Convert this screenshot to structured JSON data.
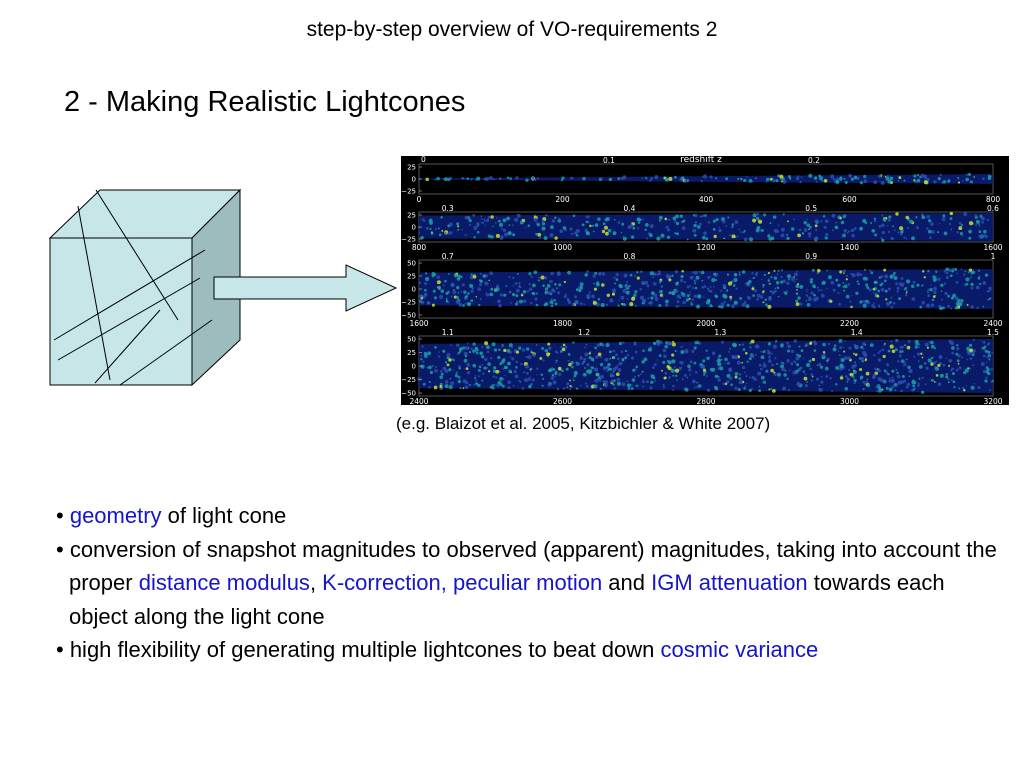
{
  "header": {
    "title": "step-by-step overview of VO-requirements 2"
  },
  "slide": {
    "title": "2 - Making Realistic Lightcones"
  },
  "figure": {
    "top_label": "redshift z",
    "strips": [
      {
        "z_ticks": [
          "0.1",
          "0.2"
        ],
        "y_ticks": [
          "25",
          "0",
          "−25"
        ],
        "x_ticks": [
          "0",
          "200",
          "400",
          "600",
          "800"
        ]
      },
      {
        "z_ticks": [
          "0.3",
          "0.4",
          "0.5",
          "0.6"
        ],
        "y_ticks": [
          "25",
          "0",
          "−25"
        ],
        "x_ticks": [
          "800",
          "1000",
          "1200",
          "1400",
          "1600"
        ]
      },
      {
        "z_ticks": [
          "0.7",
          "0.8",
          "0.9",
          "1"
        ],
        "y_ticks": [
          "50",
          "25",
          "0",
          "−25",
          "−50"
        ],
        "x_ticks": [
          "1600",
          "1800",
          "2000",
          "2200",
          "2400"
        ]
      },
      {
        "z_ticks": [
          "1.1",
          "1.2",
          "1.3",
          "1.4",
          "1.5"
        ],
        "y_ticks": [
          "50",
          "25",
          "0",
          "−25",
          "−50"
        ],
        "x_ticks": [
          "2400",
          "2600",
          "2800",
          "3000",
          "3200"
        ]
      }
    ],
    "first_strip_left_label": "0",
    "caption": "(e.g. Blaizot et al. 2005, Kitzbichler & White 2007)"
  },
  "bullets": [
    {
      "bullet": "•",
      "parts": [
        {
          "text": " ",
          "hl": false
        },
        {
          "text": "geometry",
          "hl": true
        },
        {
          "text": " of light  cone",
          "hl": false
        }
      ]
    },
    {
      "bullet": "•",
      "parts": [
        {
          "text": " conversion of snapshot magnitudes to observed (apparent) magnitudes, taking into account the proper ",
          "hl": false
        },
        {
          "text": "distance modulus",
          "hl": true
        },
        {
          "text": ", ",
          "hl": false
        },
        {
          "text": "K-correction, peculiar motion",
          "hl": true
        },
        {
          "text": "  and ",
          "hl": false
        },
        {
          "text": "IGM attenuation",
          "hl": true
        },
        {
          "text": " towards each object along the light cone",
          "hl": false
        }
      ]
    },
    {
      "bullet": "•",
      "parts": [
        {
          "text": " high flexibility of generating multiple lightcones to beat down ",
          "hl": false
        },
        {
          "text": "cosmic variance",
          "hl": true
        }
      ]
    }
  ],
  "colors": {
    "cube_face": "#c6e6e8",
    "cube_side": "#9cbcbd",
    "arrow_fill": "#c6e6e8",
    "highlight": "#1515cc",
    "galaxy_low": "#0a1f7a",
    "galaxy_mid": "#18a0a8",
    "galaxy_high": "#c8e030"
  },
  "icons": {
    "cube": "simulation-box-icon",
    "arrow": "right-arrow-icon"
  }
}
